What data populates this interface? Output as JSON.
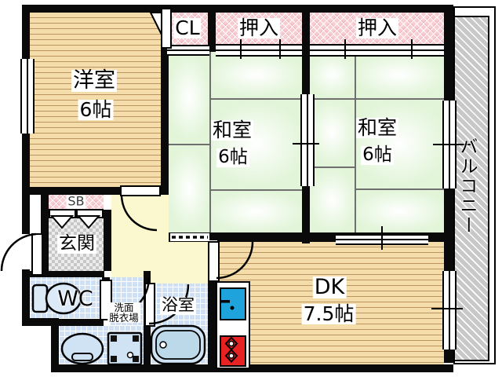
{
  "floorplan": {
    "rooms": {
      "western": {
        "label": "洋室",
        "size": "6帖"
      },
      "cl": {
        "label": "CL"
      },
      "oshiire1": {
        "label": "押入"
      },
      "oshiire2": {
        "label": "押入"
      },
      "washitsu1": {
        "label": "和室",
        "size": "6帖"
      },
      "washitsu2": {
        "label": "和室",
        "size": "6帖"
      },
      "balcony": {
        "label": "バルコニー"
      },
      "shoebox": {
        "label": "SB"
      },
      "genkan": {
        "label": "玄関"
      },
      "wc": {
        "label": "WC"
      },
      "washroom": {
        "label_line1": "洗面",
        "label_line2": "脱衣場"
      },
      "bath": {
        "label": "浴室"
      },
      "dk": {
        "label": "DK",
        "size": "7.5帖"
      }
    },
    "colors": {
      "wood": "#f4dcab",
      "tatami": "#e2f5d9",
      "closet_pink": "#f7cdd2",
      "tile_blue": "#cfe0f4",
      "hall_yellow": "#fbf7cf",
      "balcony_gray": "#c8c8c8",
      "sink_blue": "#1fa3dc",
      "stove_red": "#e62222",
      "wall_black": "#0a0a0a"
    }
  }
}
